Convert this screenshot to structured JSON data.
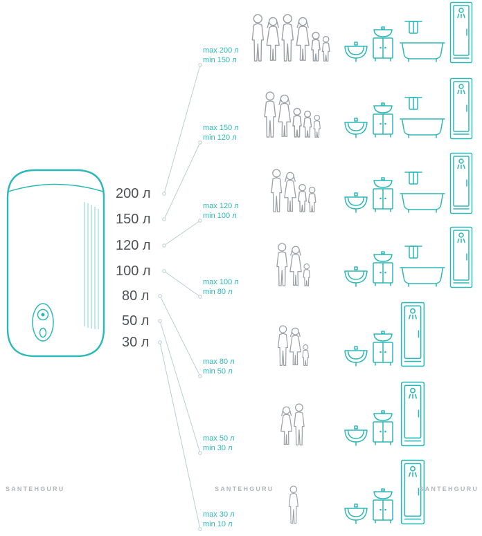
{
  "colors": {
    "teal": "#2bb8b8",
    "teal_light": "#8ed6d6",
    "people": "#9aa0a3",
    "text": "#4e5254",
    "watermark": "#b3b6b8",
    "line": "#b9cfd2"
  },
  "heater": {
    "icon": "water-heater"
  },
  "capacities": [
    "200 л",
    "150 л",
    "120 л",
    "100 л",
    "80 л",
    "50 л",
    "30 л"
  ],
  "rows": [
    {
      "max": "max 200 л",
      "min": "min 150 л",
      "people": [
        {
          "type": "man",
          "h": 70
        },
        {
          "type": "woman",
          "h": 66
        },
        {
          "type": "man",
          "h": 70
        },
        {
          "type": "woman",
          "h": 66
        },
        {
          "type": "child",
          "h": 44
        },
        {
          "type": "child",
          "h": 38
        }
      ],
      "fixtures": [
        "washbasin",
        "vanity",
        "towel",
        "bathtub",
        "shower-cabin"
      ]
    },
    {
      "max": "max 150 л",
      "min": "min 120 л",
      "people": [
        {
          "type": "man",
          "h": 68
        },
        {
          "type": "woman",
          "h": 64
        },
        {
          "type": "child",
          "h": 44
        },
        {
          "type": "child",
          "h": 40
        },
        {
          "type": "child",
          "h": 34
        }
      ],
      "fixtures": [
        "washbasin",
        "vanity",
        "towel",
        "bathtub",
        "shower-cabin"
      ]
    },
    {
      "max": "max 120 л",
      "min": "min 100 л",
      "people": [
        {
          "type": "man",
          "h": 64
        },
        {
          "type": "woman",
          "h": 60
        },
        {
          "type": "child",
          "h": 42
        },
        {
          "type": "child",
          "h": 38
        }
      ],
      "fixtures": [
        "washbasin",
        "vanity",
        "towel",
        "bathtub",
        "shower-cabin"
      ]
    },
    {
      "max": "max 100 л",
      "min": "min 80 л",
      "people": [
        {
          "type": "man",
          "h": 64
        },
        {
          "type": "woman",
          "h": 60
        },
        {
          "type": "child",
          "h": 34
        }
      ],
      "fixtures": [
        "washbasin",
        "vanity",
        "towel",
        "bathtub",
        "shower-cabin"
      ]
    },
    {
      "max": "max 80 л",
      "min": "min 50 л",
      "people": [
        {
          "type": "man",
          "h": 60
        },
        {
          "type": "woman",
          "h": 57
        },
        {
          "type": "child",
          "h": 32
        }
      ],
      "fixtures": [
        "washbasin",
        "vanity",
        "shower-cabin"
      ]
    },
    {
      "max": "max 50 л",
      "min": "min 30 л",
      "people": [
        {
          "type": "woman",
          "h": 58
        },
        {
          "type": "man",
          "h": 62
        }
      ],
      "fixtures": [
        "washbasin",
        "vanity",
        "shower-cabin"
      ]
    },
    {
      "max": "max 30 л",
      "min": "min 10 л",
      "people": [
        {
          "type": "man",
          "h": 56
        }
      ],
      "fixtures": [
        "washbasin",
        "vanity",
        "shower-cabin"
      ]
    }
  ],
  "watermarks": [
    "SANTEHGURU",
    "SANTEHGURU",
    "SANTEHGURU"
  ]
}
